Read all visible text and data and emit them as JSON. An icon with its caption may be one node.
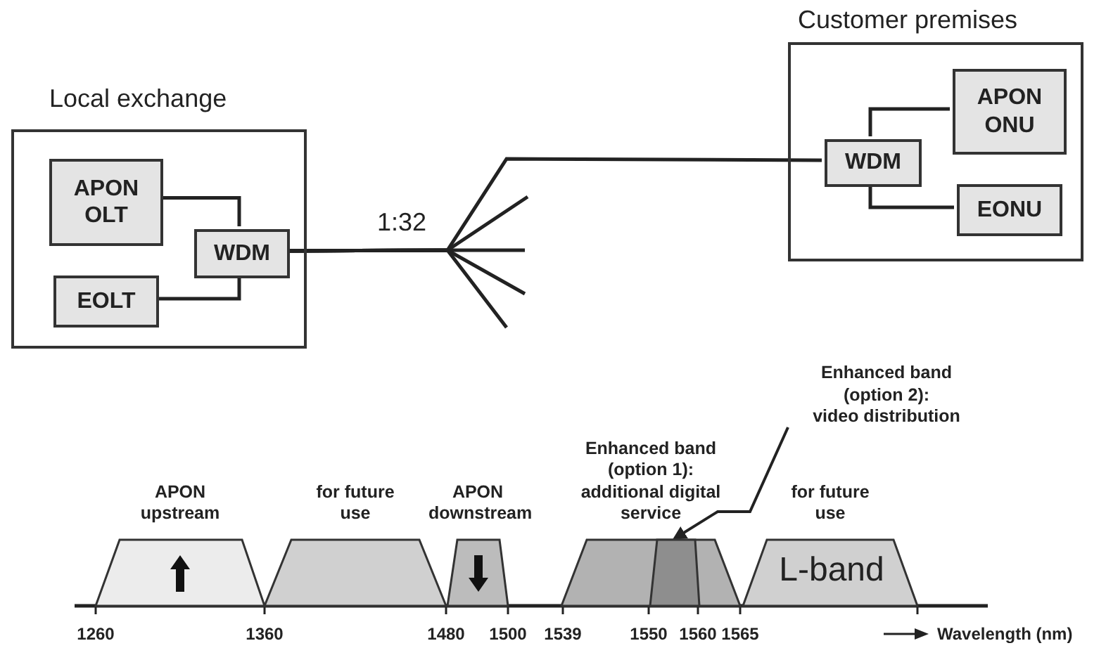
{
  "diagram": {
    "nodes": [
      {
        "text": [
          "Local exchange"
        ]
      },
      {
        "text": [
          "APON OLT"
        ],
        "in": 0
      },
      {
        "text": [
          "EOLT"
        ],
        "in": 0
      },
      {
        "text": [
          "WDM"
        ],
        "in": 0
      },
      {
        "text": [
          "Customer premises"
        ]
      },
      {
        "text": [
          "WDM"
        ],
        "in": 4
      },
      {
        "text": [
          "APON ONU"
        ],
        "in": 4
      },
      {
        "text": [
          "EONU"
        ],
        "in": 4
      },
      {
        "text": [
          "APON upstream"
        ]
      },
      {
        "text": [
          "for future use"
        ]
      },
      {
        "text": [
          "APON downstream"
        ]
      },
      {
        "text": [
          "Enhanced band (option 1): additional digital service"
        ]
      },
      {
        "text": [
          "Enhanced band (option 2): video distribution"
        ]
      },
      {
        "text": [],
        "shape": "bar",
        "in": 11
      },
      {
        "text": [
          "for future use",
          "L-band"
        ]
      }
    ],
    "edges": [
      {
        "from": 1,
        "to": 3,
        "arrow": "none"
      },
      {
        "from": 2,
        "to": 3,
        "arrow": "none"
      },
      {
        "from": 3,
        "to": 5,
        "arrow": "none"
      },
      {
        "from": 3,
        "to": null,
        "arrow": "none"
      },
      {
        "from": 3,
        "to": null,
        "arrow": "none"
      },
      {
        "from": 3,
        "to": null,
        "arrow": "none"
      },
      {
        "from": 3,
        "to": null,
        "arrow": "none"
      },
      {
        "from": 5,
        "to": 6,
        "arrow": "none"
      },
      {
        "from": 5,
        "to": 7,
        "arrow": "none"
      },
      {
        "from": 12,
        "to": 13,
        "arrow": "to"
      }
    ],
    "labels": [
      "1:32",
      "1260",
      "1360",
      "1480",
      "1500",
      "1539",
      "1550",
      "1560",
      "1565",
      "Wavelength (nm)"
    ]
  }
}
